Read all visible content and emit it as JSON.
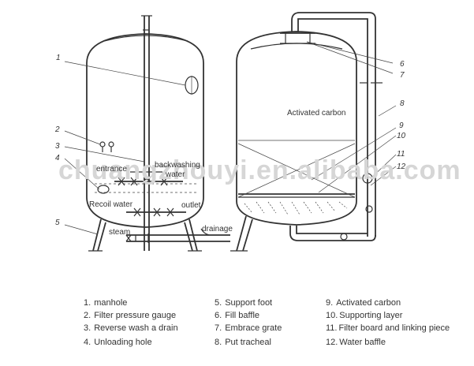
{
  "watermark": "chuangzhouyi.en.alibaba.com",
  "left_labels": {
    "backwashing": "backwashing",
    "water": "water",
    "entrance": "entrance",
    "recoil_water": "Recoil water",
    "outlet": "outlet",
    "steam": "steam",
    "drainage": "drainage"
  },
  "right_labels": {
    "activated_carbon": "Activated carbon"
  },
  "callout_numbers": {
    "n1": "1",
    "n2": "2",
    "n3": "3",
    "n4": "4",
    "n5": "5",
    "n6": "6",
    "n7": "7",
    "n8": "8",
    "n9": "9",
    "n10": "10",
    "n11": "11",
    "n12": "12"
  },
  "legend": [
    {
      "num": "1.",
      "text": "manhole"
    },
    {
      "num": "2.",
      "text": "Filter pressure gauge"
    },
    {
      "num": "3.",
      "text": "Reverse wash a drain"
    },
    {
      "num": "4.",
      "text": "Unloading hole"
    },
    {
      "num": "5.",
      "text": "Support foot"
    },
    {
      "num": "6.",
      "text": "Fill baffle"
    },
    {
      "num": "7.",
      "text": "Embrace grate"
    },
    {
      "num": "8.",
      "text": "Put tracheal"
    },
    {
      "num": "9.",
      "text": "Activated carbon"
    },
    {
      "num": "10.",
      "text": "Supporting layer"
    },
    {
      "num": "11.",
      "text": "Filter board and linking piece"
    },
    {
      "num": "12.",
      "text": "Water baffle"
    }
  ]
}
